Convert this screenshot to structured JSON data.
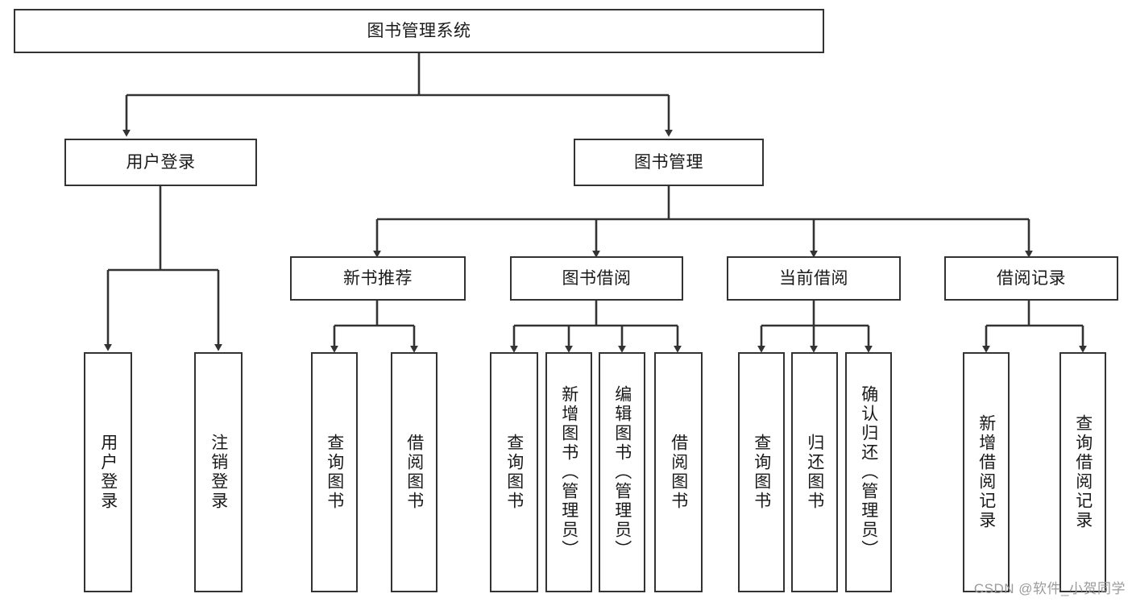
{
  "diagram": {
    "type": "tree-hierarchy",
    "title": "图书管理系统",
    "watermark": "CSDN @软件_小贺同学",
    "colors": {
      "border": "#333333",
      "background": "#ffffff",
      "text": "#1a1a1a",
      "watermark": "#9b9b9b"
    },
    "levels": {
      "root": {
        "label": "图书管理系统"
      },
      "level2": [
        {
          "label": "用户登录"
        },
        {
          "label": "图书管理"
        }
      ],
      "level3": [
        {
          "label": "新书推荐"
        },
        {
          "label": "图书借阅"
        },
        {
          "label": "当前借阅"
        },
        {
          "label": "借阅记录"
        }
      ],
      "leaves": {
        "user_login": [
          {
            "label": "用户登录"
          },
          {
            "label": "注销登录"
          }
        ],
        "new_book_recommend": [
          {
            "label": "查询图书"
          },
          {
            "label": "借阅图书"
          }
        ],
        "book_borrow": [
          {
            "label": "查询图书"
          },
          {
            "label": "新增图书（管理员）"
          },
          {
            "label": "编辑图书（管理员）"
          },
          {
            "label": "借阅图书"
          }
        ],
        "current_borrow": [
          {
            "label": "查询图书"
          },
          {
            "label": "归还图书"
          },
          {
            "label": "确认归还（管理员）"
          }
        ],
        "borrow_record": [
          {
            "label": "新增借阅记录"
          },
          {
            "label": "查询借阅记录"
          }
        ]
      }
    }
  }
}
